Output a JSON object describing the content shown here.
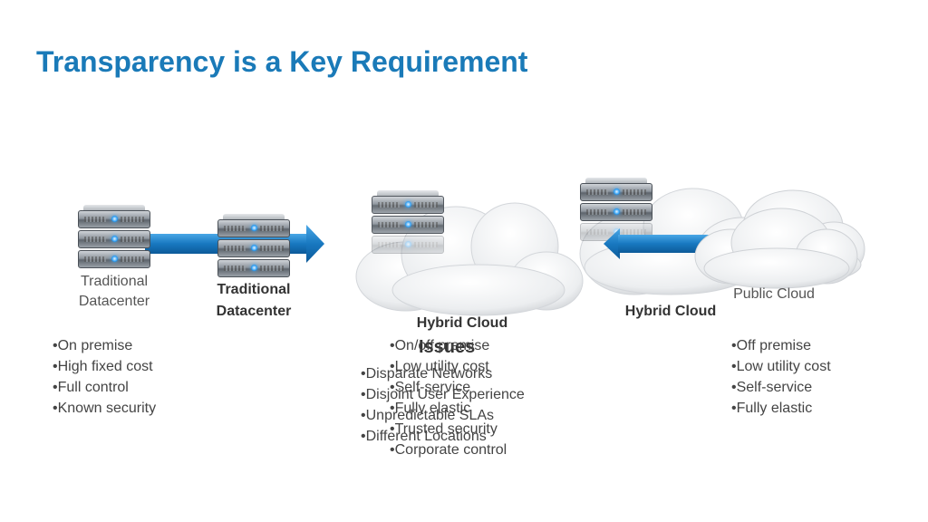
{
  "slide": {
    "title": "Transparency is a Key Requirement"
  },
  "left": {
    "label": "Traditional Datacenter",
    "bullets": [
      "On premise",
      "High fixed cost",
      "Full control",
      "Known security"
    ]
  },
  "middle_left": {
    "label": "Traditional Datacenter"
  },
  "hybrid": {
    "label": "Hybrid Cloud",
    "bullets": [
      "On/off premise",
      "Low utility cost",
      "Self-service",
      "Fully elastic",
      "Trusted security",
      "Corporate control"
    ]
  },
  "issues": {
    "heading": "Issues",
    "items": [
      "Disparate Networks",
      "Disjoint User Experience",
      "Unpredictable SLAs",
      "Different Locations"
    ]
  },
  "hybrid_right": {
    "label": "Hybrid Cloud"
  },
  "public": {
    "label": "Public Cloud",
    "bullets": [
      "Off premise",
      "Low utility cost",
      "Self-service",
      "Fully elastic"
    ]
  },
  "colors": {
    "title": "#1a7ab8",
    "arrow": "#1878c0",
    "led": "#2a9df4"
  },
  "icons": [
    "server-icon",
    "cloud-icon",
    "arrow-right-icon",
    "arrow-left-icon"
  ]
}
